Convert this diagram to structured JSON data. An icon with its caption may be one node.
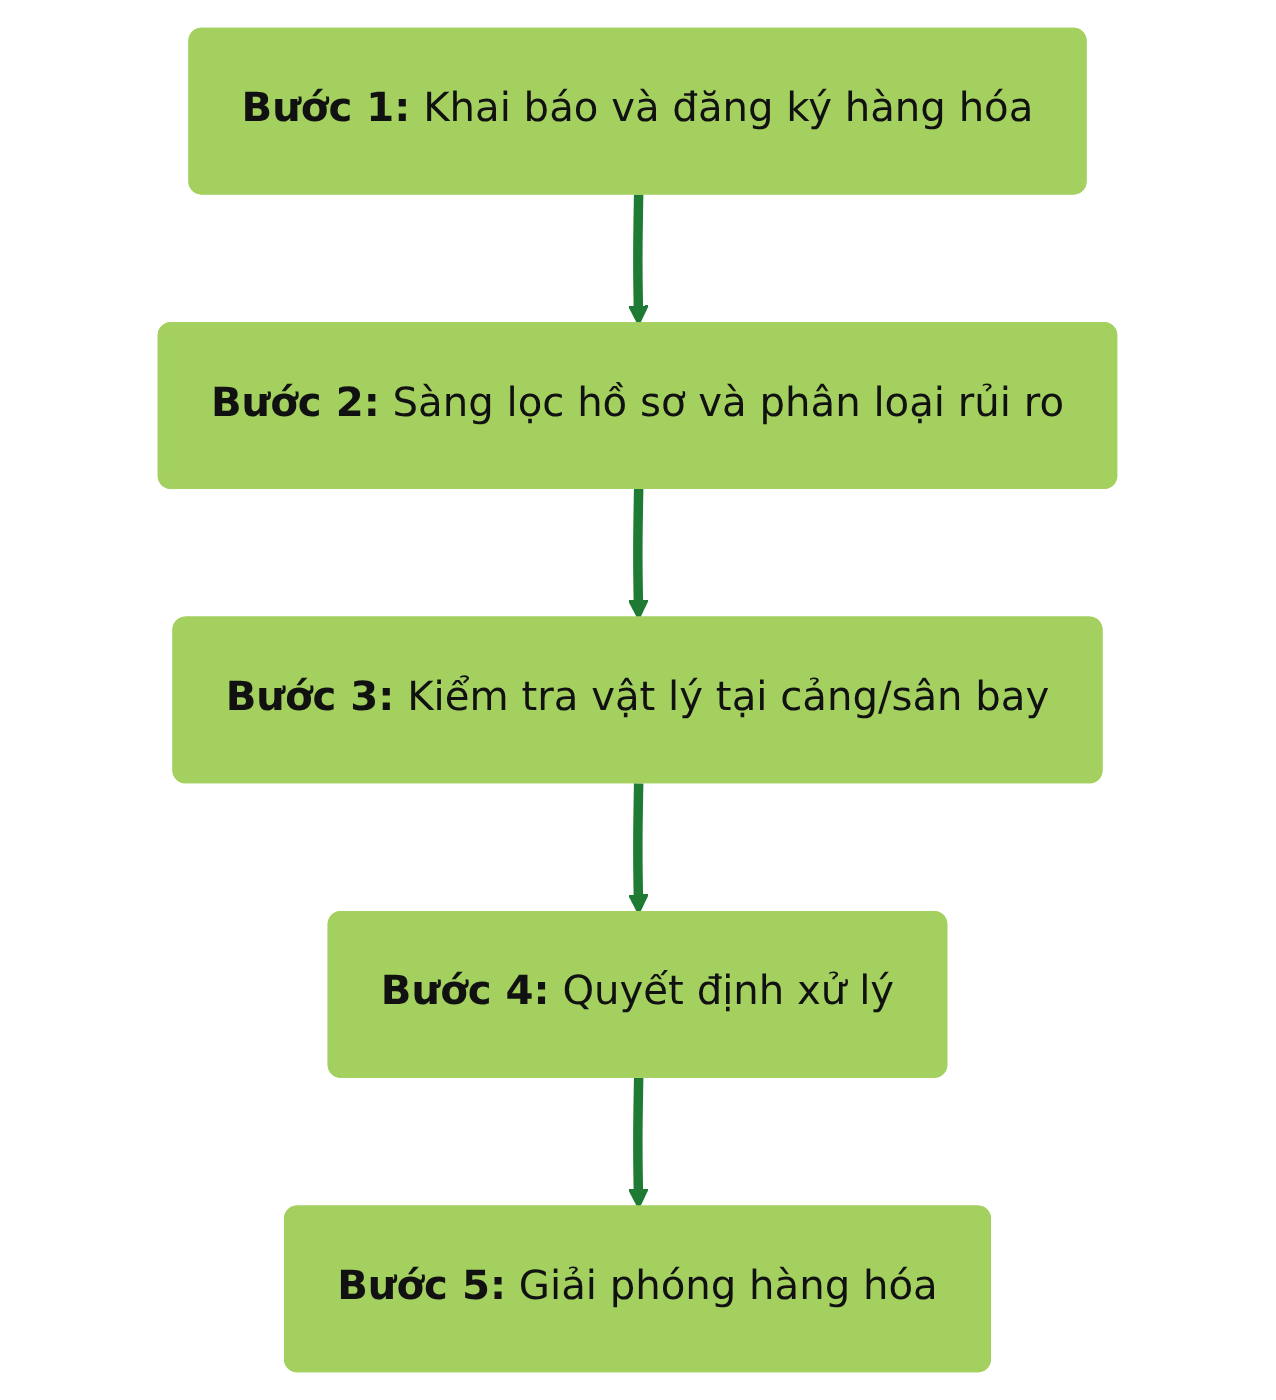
{
  "diagram": {
    "nodes": [
      {
        "text": [
          "**Bước 1:** Khai báo và đăng ký hàng hóa"
        ]
      },
      {
        "text": [
          "**Bước 2:** Sàng lọc hồ sơ và phân loại rủi ro"
        ]
      },
      {
        "text": [
          "**Bước 3:** Kiểm tra vật lý tại cảng/sân bay"
        ]
      },
      {
        "text": [
          "**Bước 4:** Quyết định xử lý"
        ]
      },
      {
        "text": [
          "**Bước 5:** Giải phóng hàng hóa"
        ]
      }
    ],
    "edges": [
      {
        "from": 0,
        "to": 1,
        "arrow": "to"
      },
      {
        "from": 1,
        "to": 2,
        "arrow": "to"
      },
      {
        "from": 2,
        "to": 3,
        "arrow": "to"
      },
      {
        "from": 3,
        "to": 4,
        "arrow": "to"
      }
    ]
  }
}
